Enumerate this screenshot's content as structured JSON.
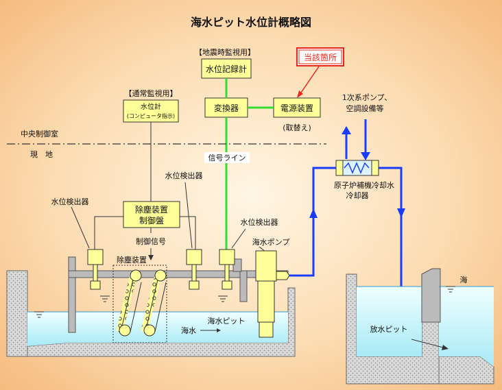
{
  "title": "海水ピット水位計概略図",
  "labels": {
    "earthquake_monitor": "【地震時監視用】",
    "water_level_recorder": "水位記録計",
    "highlight": "当該箇所",
    "normal_monitor": "【通常監視用】",
    "water_level_gauge": "水位計",
    "computer_display": "(コンピュータ指示)",
    "converter": "変換器",
    "power_supply": "電源装置",
    "replacement": "(取替え)",
    "primary_pump": "1次系ポンプ、",
    "hvac": "空調設備等",
    "central_control_room": "中央制御室",
    "field": "現　地",
    "signal_line": "信号ライン",
    "reactor_cooler_1": "原子炉補機冷却水",
    "reactor_cooler_2": "冷却器",
    "detector_left": "水位検出器",
    "detector_mid": "水位検出器",
    "detector_right": "水位検出器",
    "dust_panel_1": "除塵装置",
    "dust_panel_2": "制御盤",
    "control_signal": "制御信号",
    "dust_removal_device": "除塵装置",
    "seawater_pump": "海水ポンプ",
    "seawater_pit": "海水ピット",
    "seawater_flow": "海水",
    "sea": "海",
    "discharge_pit": "放水ピット"
  },
  "colors": {
    "box_fill": "#FFFF99",
    "highlight_red": "#E8281E",
    "signal_green": "#33DD33",
    "water_blue": "#1A3CFF",
    "water_fill": "#BDF3FB"
  }
}
